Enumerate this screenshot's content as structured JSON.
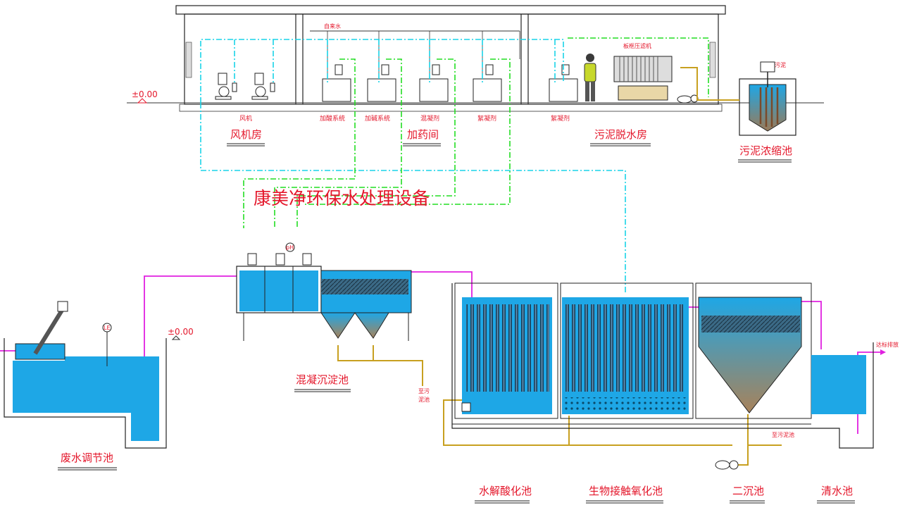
{
  "watermark": "康美净环保水处理设备",
  "levels": {
    "upper_ground": "±0.00",
    "lower_ground": "±0.00"
  },
  "rooms": {
    "blower_room": "风机房",
    "dosing_room": "加药间",
    "sludge_room": "污泥脱水房",
    "sludge_thickener": "污泥浓缩池"
  },
  "equipment": {
    "blower": "风机",
    "acid_system": "加酸系统",
    "alkali_system": "加碱系统",
    "coagulant": "混凝剂",
    "flocculant_1": "絮凝剂",
    "flocculant_2": "絮凝剂",
    "tap_water": "自来水",
    "filter_press": "板框压滤机",
    "sludge_in": "污泥"
  },
  "tanks": {
    "equalization": "废水调节池",
    "coag_sedimentation": "混凝沉淀池",
    "hydrolysis": "水解酸化池",
    "contact_oxidation": "生物接触氧化池",
    "secondary_clarifier": "二沉池",
    "clear_water": "清水池"
  },
  "annotations": {
    "to_sludge_1_a": "至污",
    "to_sludge_1_b": "泥池",
    "to_sludge_2": "至污泥池",
    "discharge": "达标排放",
    "ph": "pH",
    "le": "LE"
  },
  "colors": {
    "water": "#1ea7e6",
    "label_red": "#e4172b",
    "air_pipe": "#19d3e8",
    "chemical_pipe": "#22dd22",
    "water_pipe": "#e020e0",
    "sludge_pipe": "#c8a020"
  }
}
